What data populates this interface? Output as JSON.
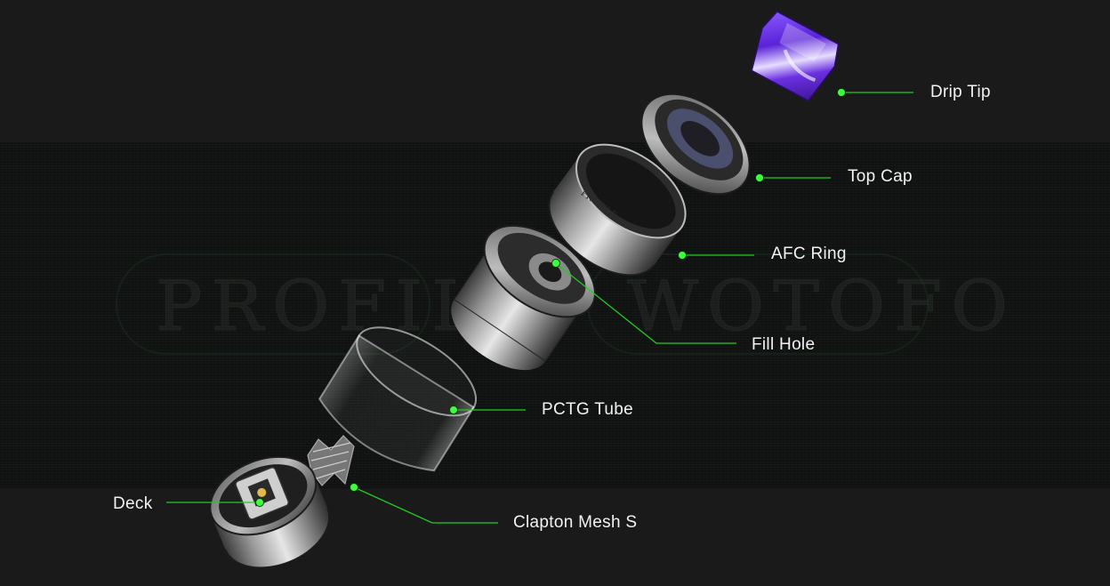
{
  "watermark": {
    "left_text": "PROFILE",
    "right_text": "WOTOFO"
  },
  "engraving": "PROFILE",
  "colors": {
    "leader_line": "#22cc22",
    "leader_dot": "#3dff3d",
    "label_text": "#f2f2f2",
    "drip_tip": "#6a3cdc"
  },
  "labels": {
    "drip_tip": "Drip Tip",
    "top_cap": "Top Cap",
    "afc_ring": "AFC Ring",
    "fill_hole": "Fill Hole",
    "pctg_tube": "PCTG Tube",
    "clapton_mesh": "Clapton Mesh S",
    "deck": "Deck"
  }
}
